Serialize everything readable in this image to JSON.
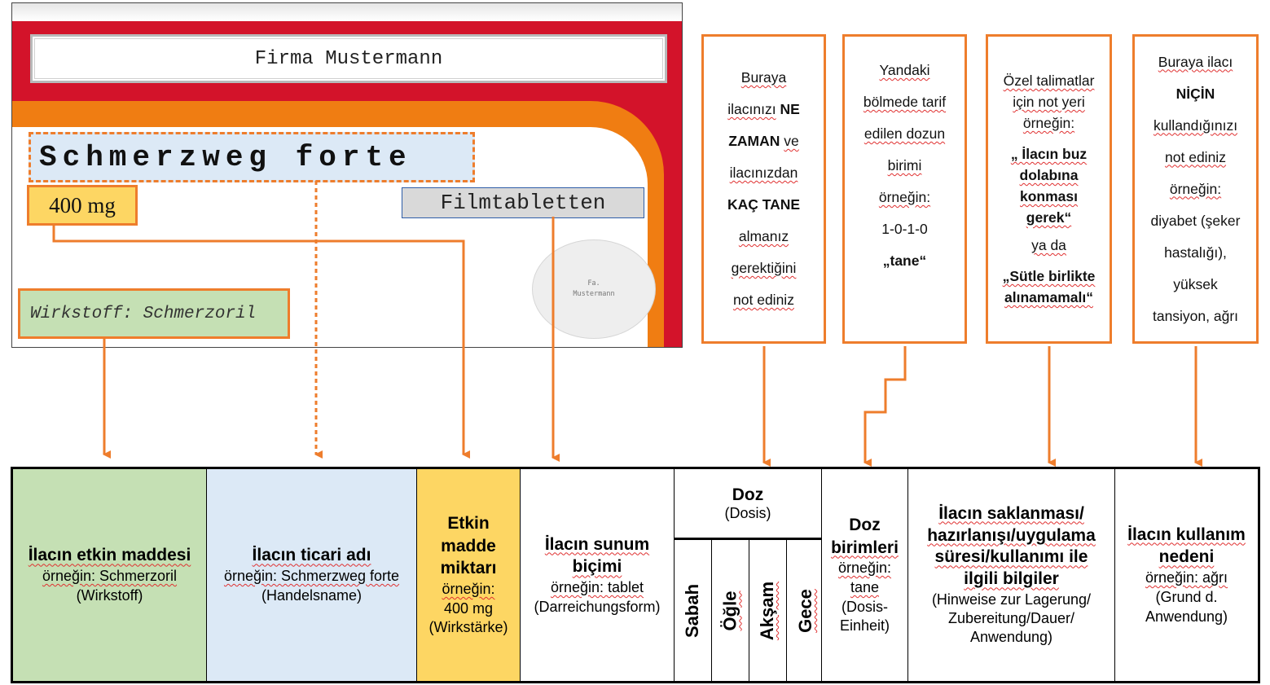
{
  "package": {
    "company": "Firma Mustermann",
    "product_name": "Schmerzweg forte",
    "strength": "400 mg",
    "dosage_form": "Filmtabletten",
    "seal_line1": "Fa.",
    "seal_line2": "Mustermann",
    "active_ingredient": "Wirkstoff: Schmerzoril"
  },
  "notes": {
    "when": {
      "line1": "Buraya",
      "line2a": "ilacınızı",
      "line2b": "NE",
      "line3a": "ZAMAN",
      "line3b": "ve",
      "line4": "ilacınızdan",
      "line5": "KAÇ TANE",
      "line6": "almanız",
      "line7": "gerektiğini",
      "line8": "not ediniz"
    },
    "unit": {
      "line1": "Yandaki",
      "line2": "bölmede tarif",
      "line3": "edilen dozun",
      "line4": "birimi",
      "line5": "örneğin:",
      "line6": "1-0-1-0",
      "line7": "„tane“"
    },
    "special": {
      "line1": "Özel talimatlar",
      "line2": "için not yeri",
      "line3": "örneğin:",
      "line4": "„ İlacın buz",
      "line5": "dolabına",
      "line6": "konması",
      "line7": "gerek“",
      "line8": "ya da",
      "line9": "„Sütle birlikte",
      "line10": "alınamamalı“"
    },
    "reason": {
      "line1": "Buraya ilacı",
      "line2": "NİÇİN",
      "line3": "kullandığınızı",
      "line4": "not ediniz",
      "line5": "örneğin:",
      "line6": "diyabet (şeker",
      "line7": "hastalığı),",
      "line8": "yüksek",
      "line9": "tansiyon, ağrı"
    }
  },
  "table": {
    "active": {
      "title": "İlacın etkin maddesi",
      "example": "örneğin: Schmerzoril",
      "german": "(Wirkstoff)"
    },
    "trade": {
      "title": "İlacın ticari adı",
      "example": "örneğin: Schmerzweg forte",
      "german": "(Handelsname)"
    },
    "amount": {
      "title1": "Etkin",
      "title2": "madde",
      "title3": "miktarı",
      "example1": "örneğin:",
      "example2": "400 mg",
      "german": "(Wirkstärke)"
    },
    "form": {
      "title1": "İlacın sunum",
      "title2": "biçimi",
      "example": "örneğin: tablet",
      "german": "(Darreichungsform)"
    },
    "dose": {
      "title": "Doz",
      "german": "(Dosis)",
      "times": [
        "Sabah",
        "Öğle",
        "Akşam",
        "Gece"
      ]
    },
    "units": {
      "title1": "Doz",
      "title2": "birimleri",
      "example1": "örneğin:",
      "example2": "tane",
      "german1": "(Dosis-",
      "german2": "Einheit)"
    },
    "storage": {
      "title1": "İlacın saklanması/",
      "title2": "hazırlanışı/uygulama",
      "title3": "süresi/kullanımı ile",
      "title4": "ilgili bilgiler",
      "german1": "(Hinweise zur Lagerung/",
      "german2": "Zubereitung/Dauer/",
      "german3": "Anwendung)"
    },
    "use": {
      "title1": "İlacın kullanım",
      "title2": "nedeni",
      "example": "örneğin: ağrı",
      "german1": "(Grund d.",
      "german2": "Anwendung)"
    }
  },
  "colors": {
    "accent_orange": "#ee7d2c",
    "active_green": "#c5e0b4",
    "trade_blue": "#dce9f6",
    "strength_yellow": "#fdd663",
    "box_red": "#d3132a"
  }
}
